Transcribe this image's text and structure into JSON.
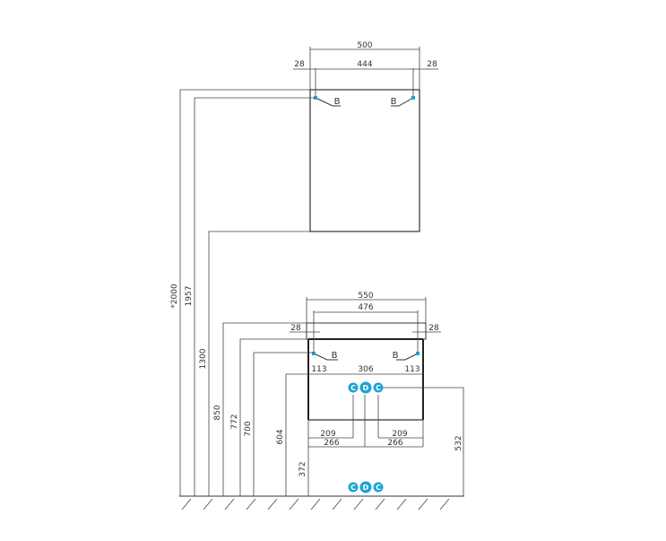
{
  "upper_cabinet": {
    "width_total": "500",
    "width_inner": "444",
    "offset_left": "28",
    "offset_right": "28",
    "mount_label_left": "B",
    "mount_label_right": "B"
  },
  "lower_cabinet": {
    "width_total": "550",
    "width_inner": "476",
    "offset_left": "28",
    "offset_right": "28",
    "mount_label_left": "B",
    "mount_label_right": "B",
    "mount_left": "113",
    "mount_mid": "306",
    "mount_right": "113",
    "pipe_left_209": "209",
    "pipe_right_209": "209",
    "pipe_left_266": "266",
    "pipe_right_266": "266"
  },
  "heights": {
    "total": "*2000",
    "upper_top": "1957",
    "upper_bottom": "1300",
    "counter_top": "850",
    "body_top": "772",
    "mount": "700",
    "mount_rail": "604",
    "bottom": "372",
    "pipes": "532"
  },
  "connections": {
    "cold": "C",
    "drain": "D",
    "hot": "C",
    "color": "#1ba3d6"
  }
}
